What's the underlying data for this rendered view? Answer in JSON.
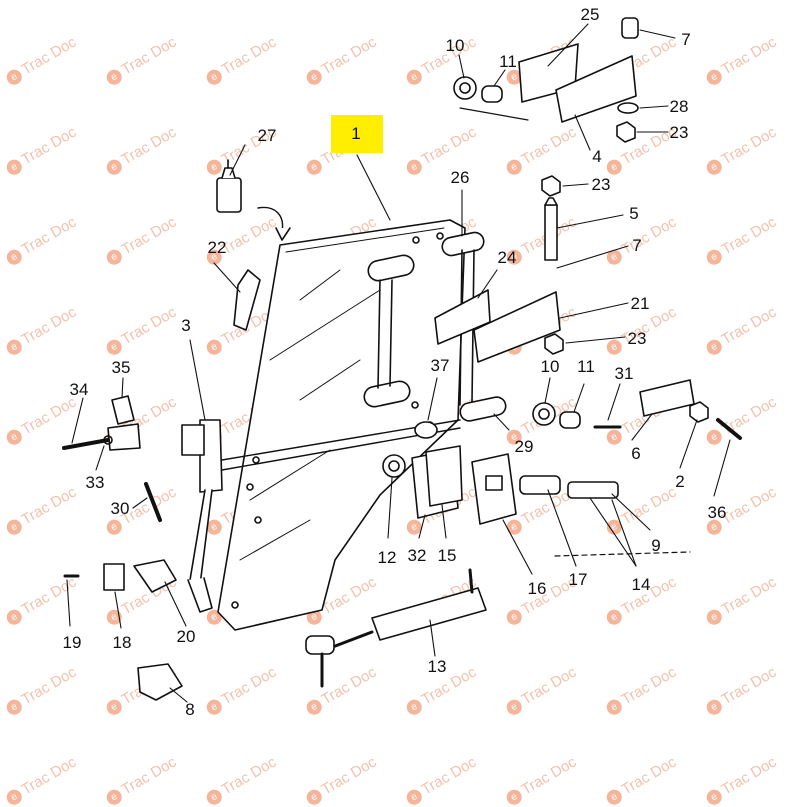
{
  "watermark": {
    "text": "Trac Doc",
    "logo_color": "#f5b59a",
    "text_color": "#f2c2ae"
  },
  "highlight": {
    "label": "1",
    "color": "#ffee00"
  },
  "callouts": {
    "c1": "1",
    "c2": "2",
    "c3": "3",
    "c4": "4",
    "c5": "5",
    "c6": "6",
    "c7a": "7",
    "c7b": "7",
    "c8": "8",
    "c9": "9",
    "c10a": "10",
    "c10b": "10",
    "c11a": "11",
    "c11b": "11",
    "c12": "12",
    "c13": "13",
    "c14": "14",
    "c15": "15",
    "c16": "16",
    "c17": "17",
    "c18": "18",
    "c19": "19",
    "c20": "20",
    "c21": "21",
    "c22": "22",
    "c23a": "23",
    "c23b": "23",
    "c23c": "23",
    "c24": "24",
    "c25": "25",
    "c26": "26",
    "c27": "27",
    "c28": "28",
    "c29": "29",
    "c30": "30",
    "c31": "31",
    "c32": "32",
    "c33": "33",
    "c34": "34",
    "c35": "35",
    "c36": "36",
    "c37": "37"
  }
}
